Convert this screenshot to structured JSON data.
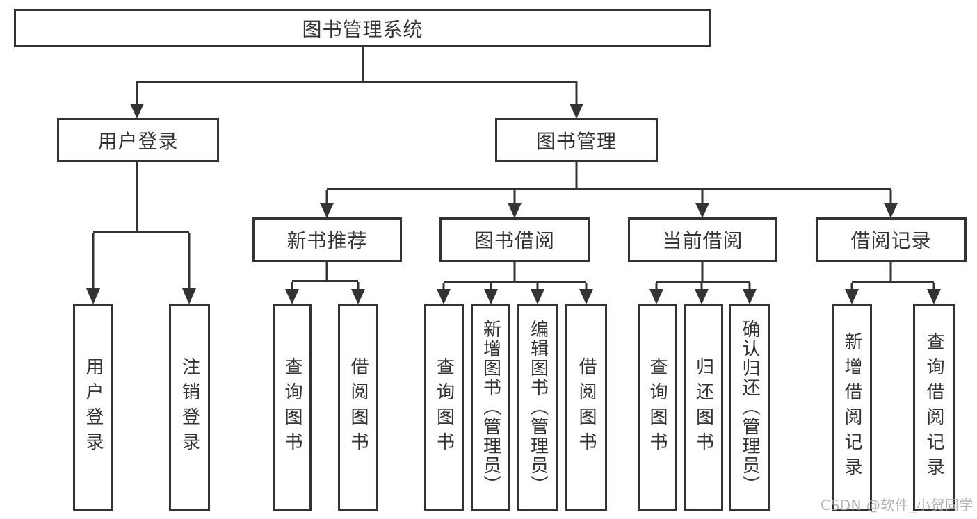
{
  "diagram": {
    "root": {
      "label": "图书管理系统"
    },
    "branches": [
      {
        "label": "用户登录",
        "children": [
          {
            "label": "用户登录"
          },
          {
            "label": "注销登录"
          }
        ]
      },
      {
        "label": "图书管理",
        "children": [
          {
            "label": "新书推荐",
            "children": [
              {
                "label": "查询图书"
              },
              {
                "label": "借阅图书"
              }
            ]
          },
          {
            "label": "图书借阅",
            "children": [
              {
                "label": "查询图书"
              },
              {
                "label": "新增图书（管理员）"
              },
              {
                "label": "编辑图书（管理员）"
              },
              {
                "label": "借阅图书"
              }
            ]
          },
          {
            "label": "当前借阅",
            "children": [
              {
                "label": "查询图书"
              },
              {
                "label": "归还图书"
              },
              {
                "label": "确认归还（管理员）"
              }
            ]
          },
          {
            "label": "借阅记录",
            "children": [
              {
                "label": "新增借阅记录"
              },
              {
                "label": "查询借阅记录"
              }
            ]
          }
        ]
      }
    ]
  },
  "watermark": {
    "text": "CSDN @软件_小贺同学"
  },
  "colors": {
    "line": "#333333",
    "text": "#333333",
    "box_background": "#ffffff",
    "watermark": "#ababab"
  }
}
